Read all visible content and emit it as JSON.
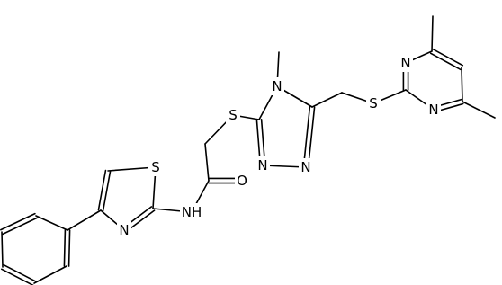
{
  "atoms": [
    {
      "id": "N_methyl",
      "label": "N"
    },
    {
      "id": "S_thioether",
      "label": "S"
    },
    {
      "id": "N_triazole_a",
      "label": "N"
    },
    {
      "id": "N_triazole_b",
      "label": "N"
    },
    {
      "id": "S_linker",
      "label": "S"
    },
    {
      "id": "N_pyr_top",
      "label": "N"
    },
    {
      "id": "N_pyr_bottom",
      "label": "N"
    },
    {
      "id": "O_carbonyl",
      "label": "O"
    },
    {
      "id": "NH_amide",
      "label": "NH"
    },
    {
      "id": "S_thiazole",
      "label": "S"
    },
    {
      "id": "N_thiazole",
      "label": "N"
    }
  ]
}
